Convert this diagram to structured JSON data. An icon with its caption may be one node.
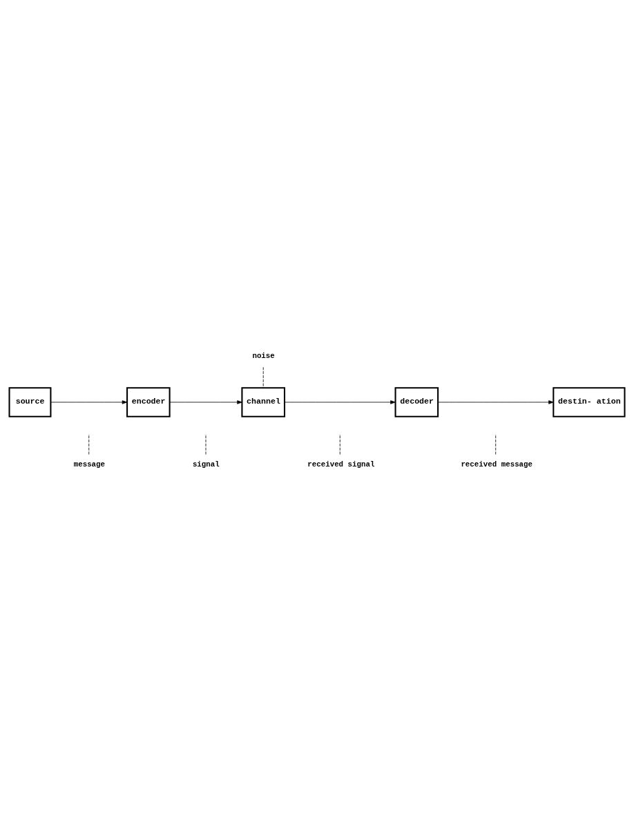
{
  "diagram": {
    "nodes": [
      {
        "text": [
          "source"
        ]
      },
      {
        "text": [
          "encoder"
        ]
      },
      {
        "text": [
          "channel"
        ]
      },
      {
        "text": [
          "decoder"
        ]
      },
      {
        "text": [
          "destin- ation"
        ]
      },
      {
        "text": [
          "message"
        ]
      },
      {
        "text": [
          "signal"
        ]
      },
      {
        "text": [
          "received signal"
        ]
      },
      {
        "text": [
          "received message"
        ]
      },
      {
        "text": [
          "noise"
        ]
      }
    ],
    "edges": [
      {
        "from": 0,
        "to": 1,
        "arrow": "to"
      },
      {
        "from": 1,
        "to": 2,
        "arrow": "to"
      },
      {
        "from": 2,
        "to": 3,
        "arrow": "to"
      },
      {
        "from": 3,
        "to": 4,
        "arrow": "to"
      },
      {
        "from": 5,
        "to": null,
        "arrow": "none",
        "style": "dashed"
      },
      {
        "from": 6,
        "to": null,
        "arrow": "none",
        "style": "dashed"
      },
      {
        "from": 7,
        "to": null,
        "arrow": "none",
        "style": "dashed"
      },
      {
        "from": 8,
        "to": null,
        "arrow": "none",
        "style": "dashed"
      },
      {
        "from": 9,
        "to": 2,
        "arrow": "none",
        "style": "dashed"
      }
    ]
  }
}
